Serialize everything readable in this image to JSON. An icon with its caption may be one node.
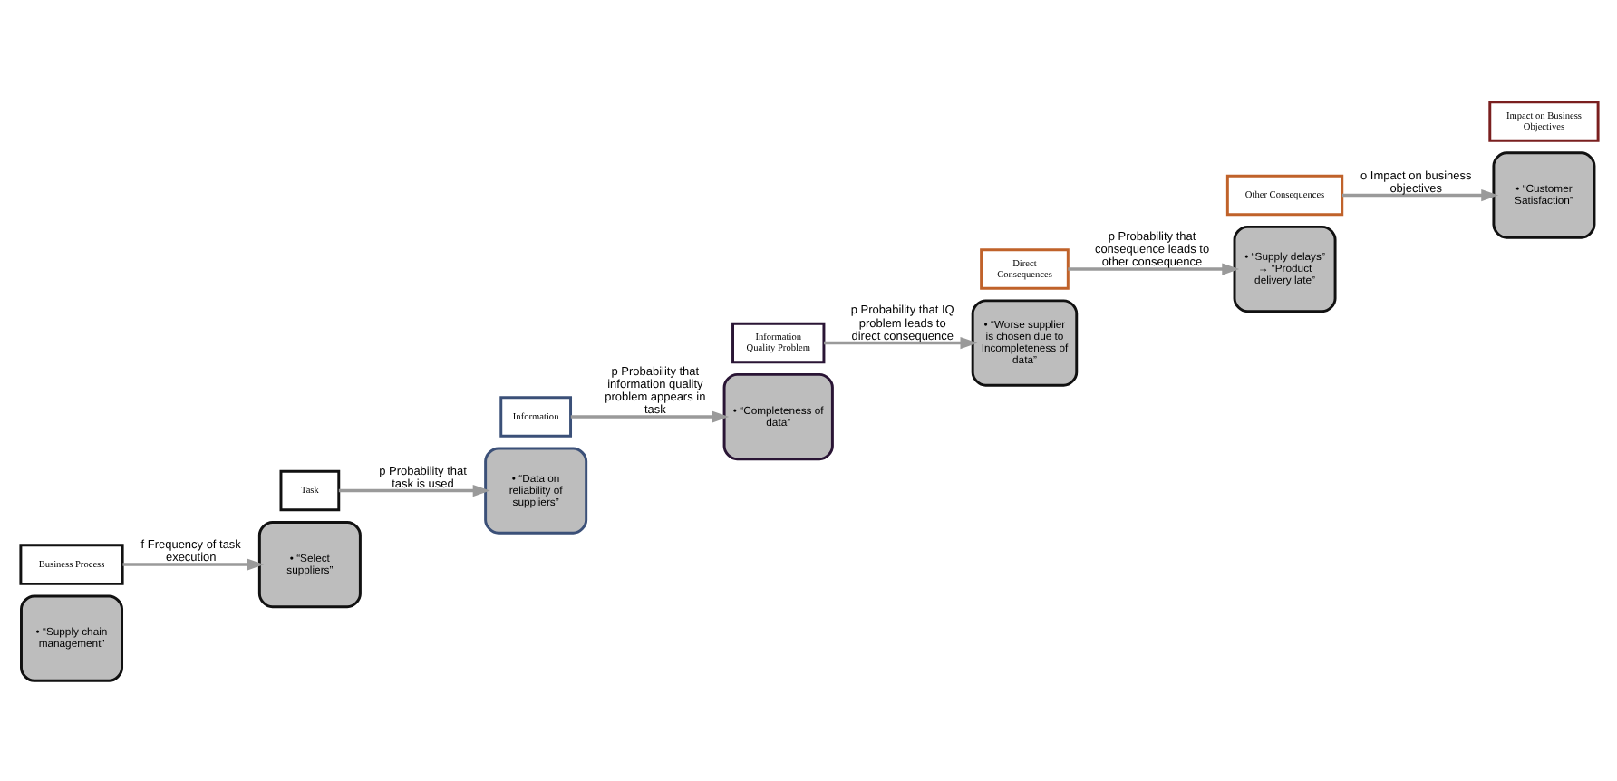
{
  "diagram": {
    "nodes": [
      {
        "text": [
          "• “Supply chain management”"
        ]
      },
      {
        "text": [
          "Business Process"
        ]
      },
      {
        "text": [
          "• “Select suppliers”"
        ]
      },
      {
        "text": [
          "Task"
        ]
      },
      {
        "text": [
          "• “Data on reliability of suppliers”"
        ]
      },
      {
        "text": [
          "Information"
        ]
      },
      {
        "text": [
          "• “Completeness of data”"
        ]
      },
      {
        "text": [
          "Information Quality Problem"
        ]
      },
      {
        "text": [
          "• “Worse supplier is chosen due to Incompleteness of data”"
        ]
      },
      {
        "text": [
          "Direct Consequences"
        ]
      },
      {
        "text": [
          "• “Supply delays” → “Product delivery late”"
        ]
      },
      {
        "text": [
          "Other Consequences"
        ]
      },
      {
        "text": [
          "• “Customer Satisfaction”"
        ]
      },
      {
        "text": [
          "Impact on Business Objectives"
        ]
      }
    ],
    "edges": [
      {
        "from": 1,
        "to": 2,
        "arrow": "to",
        "label": "f Frequency of task execution"
      },
      {
        "from": 3,
        "to": 4,
        "arrow": "to",
        "label": "p Probability that task is used"
      },
      {
        "from": 5,
        "to": 6,
        "arrow": "to",
        "label": "p Probability that information quality problem appears in task"
      },
      {
        "from": 7,
        "to": 8,
        "arrow": "to",
        "label": "p Probability that IQ problem leads to direct consequence"
      },
      {
        "from": 9,
        "to": 10,
        "arrow": "to",
        "label": "p Probability that consequence leads to other consequence"
      },
      {
        "from": 11,
        "to": 12,
        "arrow": "to",
        "label": "o Impact on business objectives"
      }
    ]
  }
}
